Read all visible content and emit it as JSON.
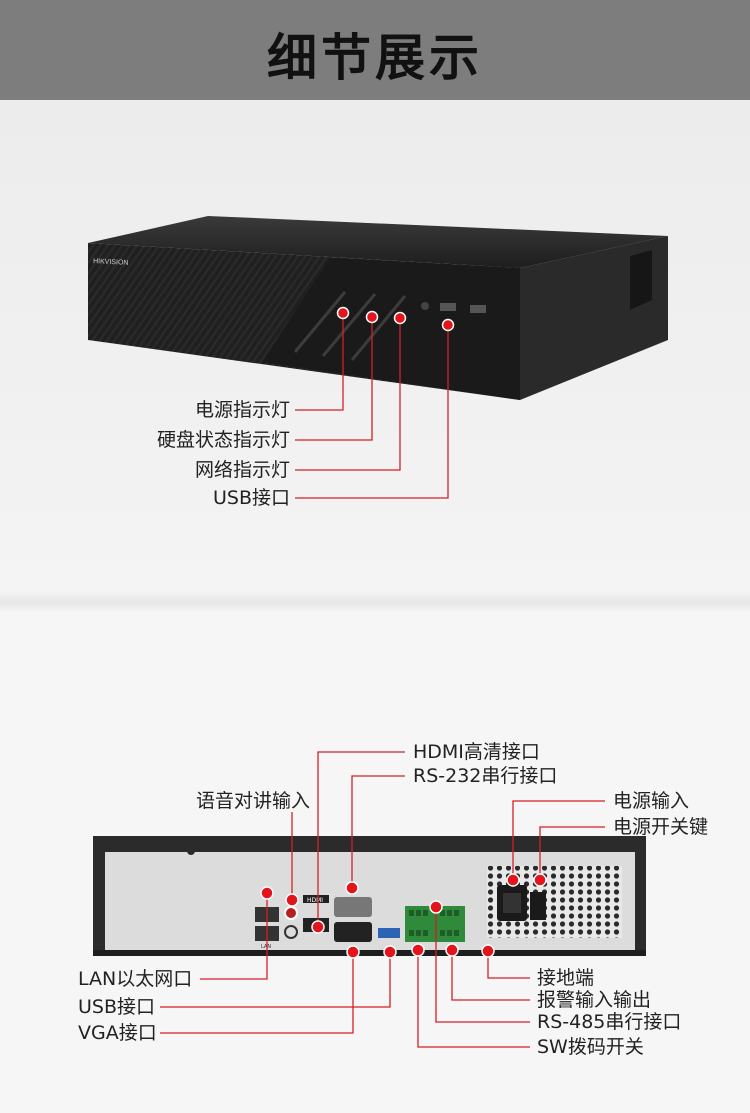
{
  "banner": {
    "title": "细节展示"
  },
  "front": {
    "brand": "HIKVISION",
    "callouts": [
      "电源指示灯",
      "硬盘状态指示灯",
      "网络指示灯",
      "USB接口"
    ]
  },
  "rear": {
    "top_callouts": {
      "hdmi": "HDMI高清接口",
      "rs232": "RS-232串行接口",
      "audio": "语音对讲输入",
      "power_in": "电源输入",
      "power_switch": "电源开关键"
    },
    "left_callouts": {
      "lan": "LAN以太网口",
      "usb": "USB接口",
      "vga": "VGA接口"
    },
    "right_callouts": {
      "ground": "接地端",
      "alarm": "报警输入输出",
      "rs485": "RS-485串行接口",
      "sw": "SW拨码开关"
    },
    "panel_labels": {
      "hdmi_tag": "HDMI",
      "lan_tag": "LAN"
    }
  },
  "colors": {
    "banner": "#7d7d7d",
    "callout_line": "#d32027",
    "device": "#1c1c1c"
  }
}
